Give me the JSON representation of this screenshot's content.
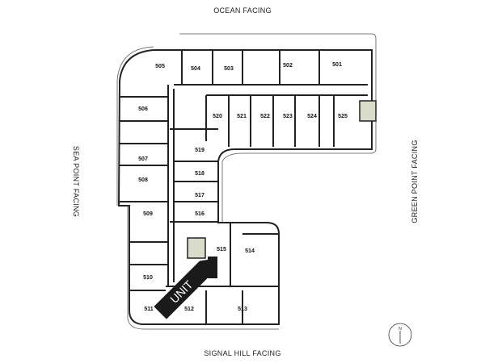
{
  "facing": {
    "top": "OCEAN FACING",
    "bottom": "SIGNAL HILL FACING",
    "left": "SEA POINT FACING",
    "right": "GREEN POINT FACING"
  },
  "highlight_label": "UNIT",
  "highlight_color": "#1a1a1a",
  "stair_color": "#d9dccb",
  "compass_label": "N",
  "units": [
    "501",
    "502",
    "503",
    "504",
    "505",
    "506",
    "507",
    "508",
    "509",
    "510",
    "511",
    "512",
    "513",
    "514",
    "515",
    "516",
    "517",
    "518",
    "519",
    "520",
    "521",
    "522",
    "523",
    "524",
    "525"
  ]
}
